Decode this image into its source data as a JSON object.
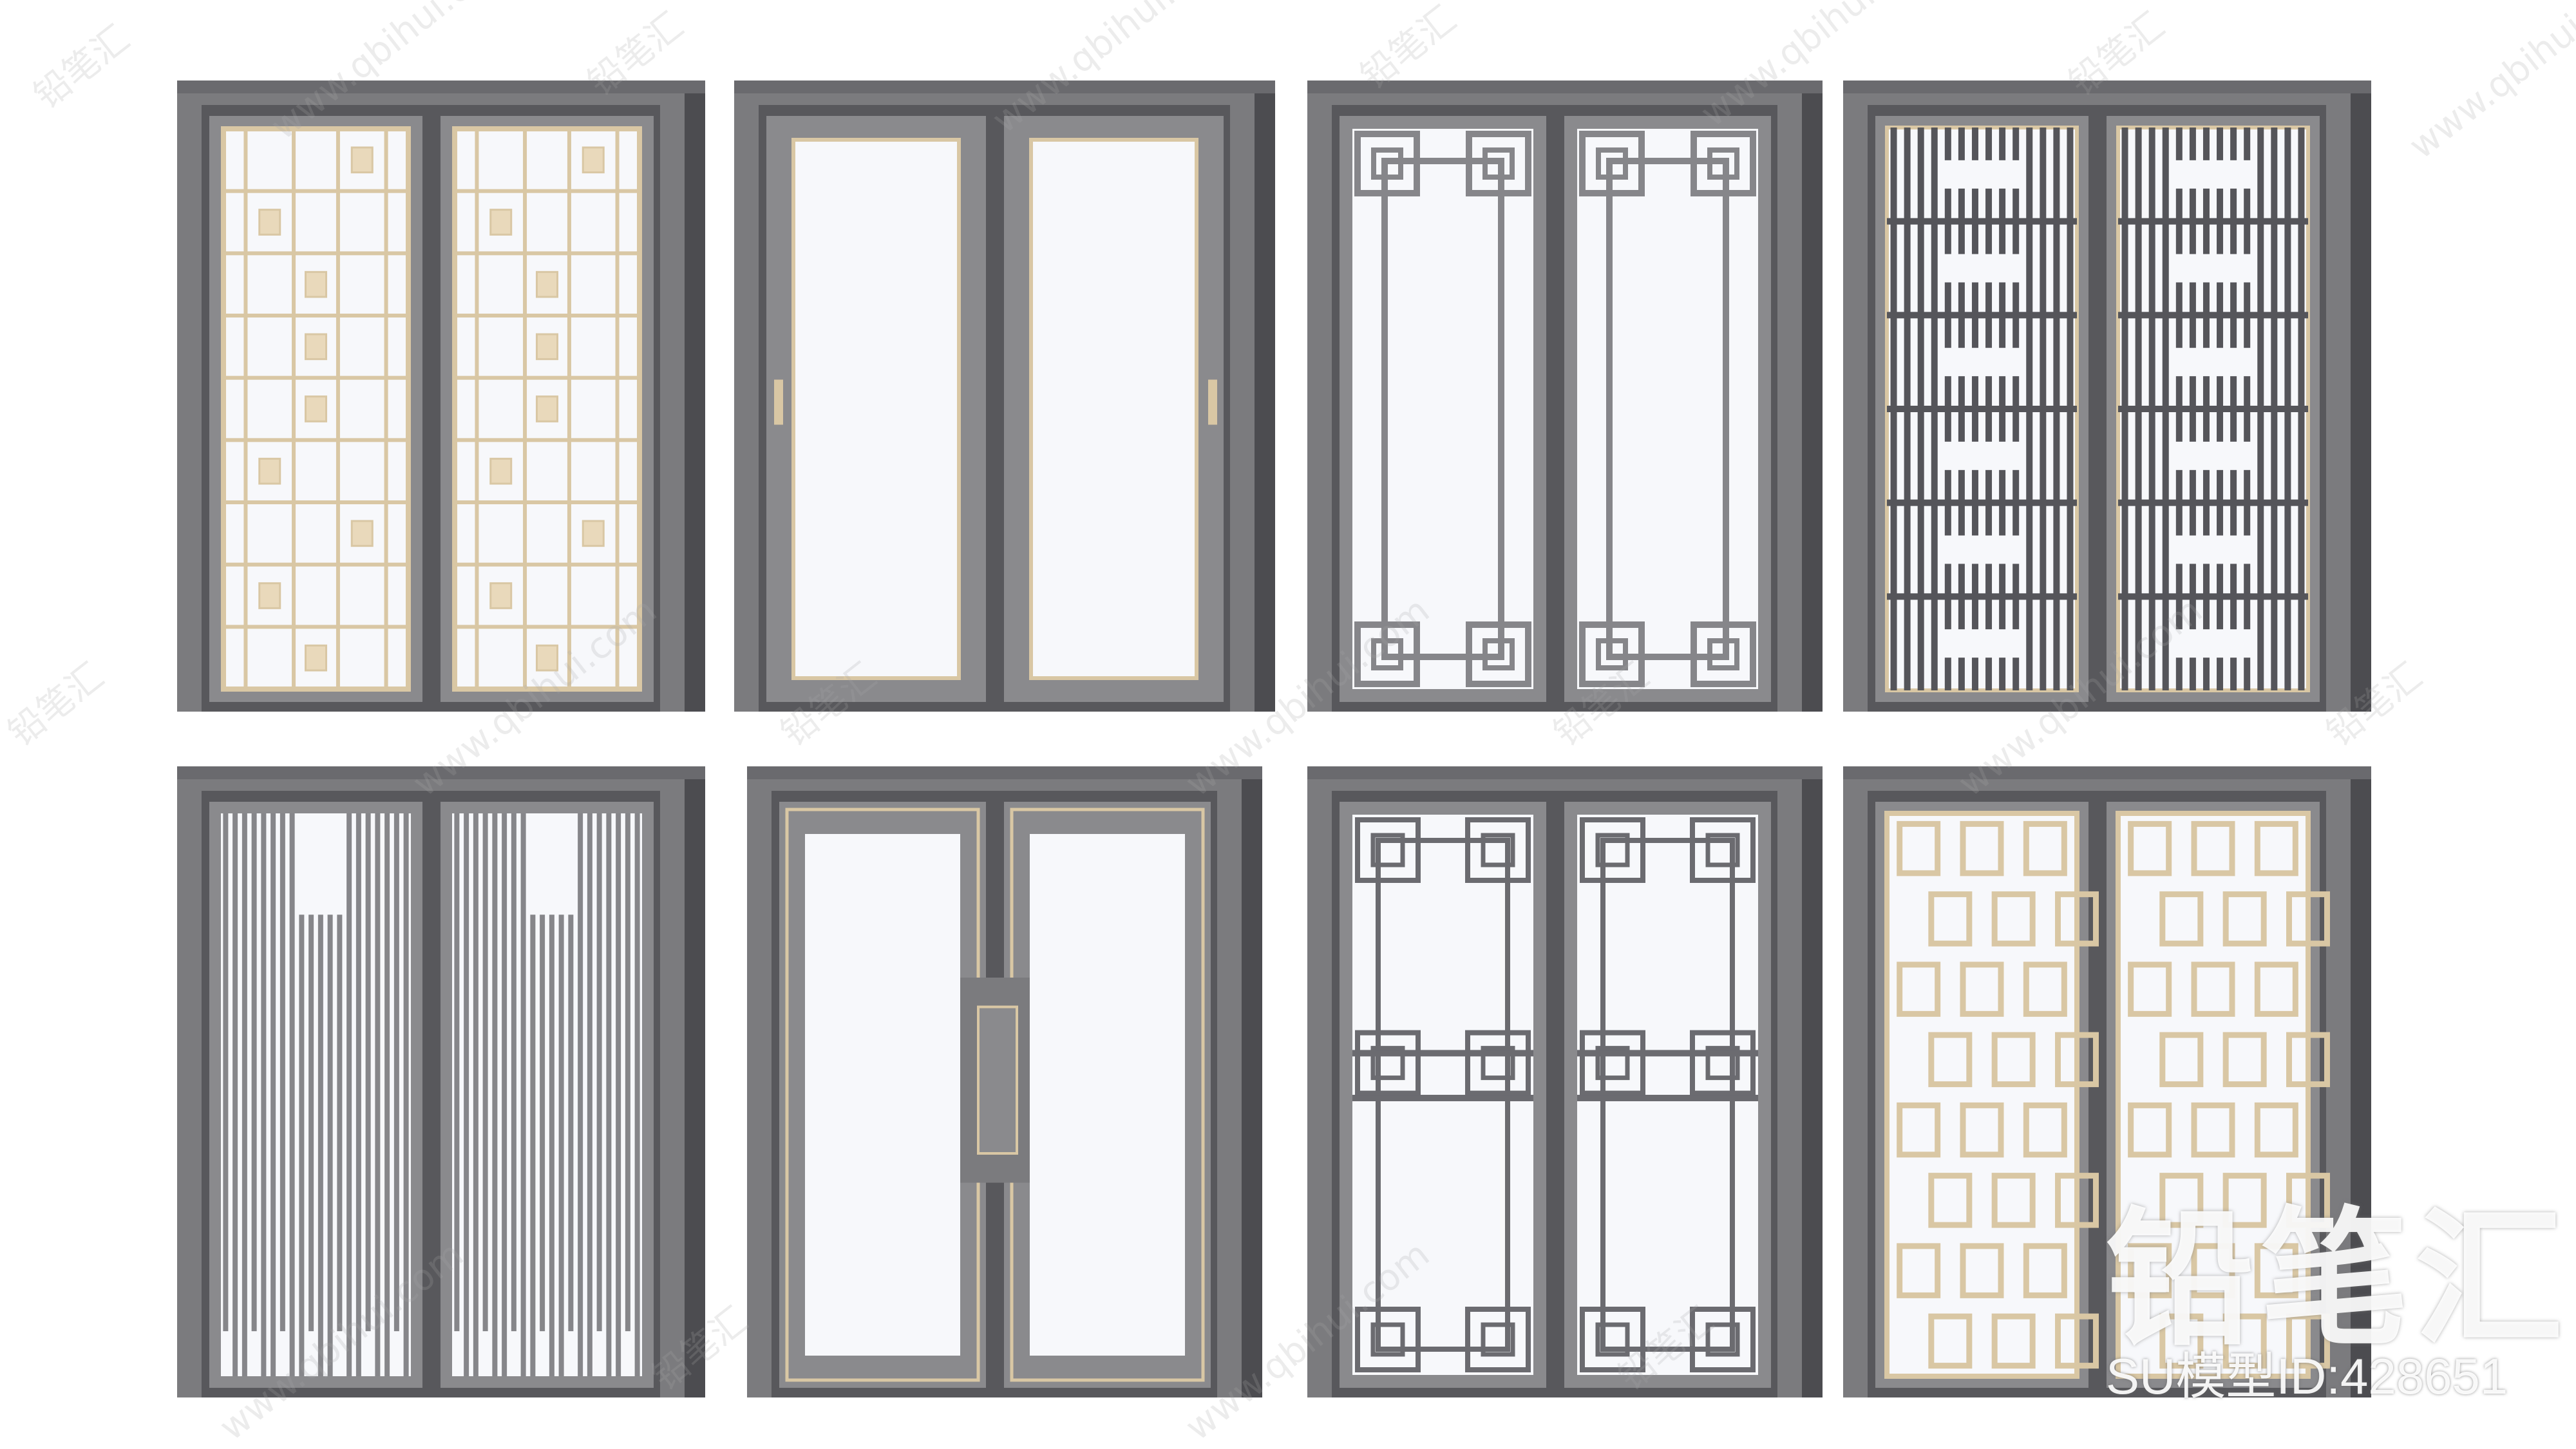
{
  "colors": {
    "frame": "#7b7b7e",
    "frame_dark": "#58585c",
    "frame_side": "#4c4c50",
    "inner": "#8a8a8d",
    "glass": "#f7f8fb",
    "gold": "#d9c7a4",
    "gold_fill": "#e9d9bb",
    "grey_lattice": "#86868a",
    "watermark": "#b9b9b9"
  },
  "watermark": {
    "cn": "铅笔汇",
    "url": "www.qbihui.com"
  },
  "brand": {
    "logo_text": "铅笔汇",
    "model_id": "SU模型ID:428651"
  },
  "doors": [
    {
      "name": "door-gold-square-lattice",
      "style": "gold-square"
    },
    {
      "name": "door-plain-glass-gold-trim",
      "style": "plain-glass"
    },
    {
      "name": "door-grey-corner-lattice",
      "style": "corner-lattice"
    },
    {
      "name": "door-dark-vertical-lattice",
      "style": "dark-lattice"
    },
    {
      "name": "door-vertical-slat",
      "style": "slats"
    },
    {
      "name": "door-double-swing-gold-inlay",
      "style": "swing"
    },
    {
      "name": "door-grey-fret-lattice",
      "style": "fret-lattice"
    },
    {
      "name": "door-gold-interlock-lattice",
      "style": "gold-interlock"
    }
  ]
}
